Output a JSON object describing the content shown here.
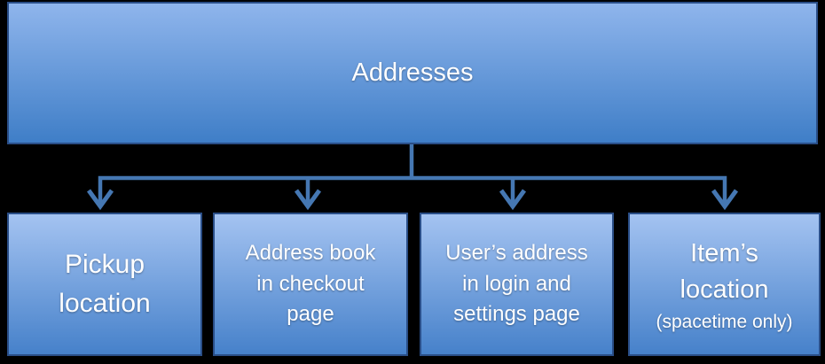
{
  "colors": {
    "canvas-bg": "#000000",
    "box-border": "#2a4e87",
    "root-grad-top": "#8fb5ec",
    "root-grad-bottom": "#3f7ec7",
    "child-grad-top": "#a4c3f1",
    "child-grad-bottom": "#4681ca",
    "connector": "#4577b2",
    "text": "#ffffff"
  },
  "diagram": {
    "root": {
      "label": "Addresses"
    },
    "children": [
      {
        "label": "Pickup location",
        "lines": [
          "Pickup",
          "location"
        ]
      },
      {
        "label": "Address book in checkout page",
        "lines": [
          "Address book",
          "in checkout",
          "page"
        ]
      },
      {
        "label": "User’s address in login and settings page",
        "lines": [
          "User’s address",
          "in login and",
          "settings page"
        ]
      },
      {
        "label": "Item’s location",
        "lines": [
          "Item’s",
          "location"
        ],
        "note": "(spacetime only)"
      }
    ]
  }
}
